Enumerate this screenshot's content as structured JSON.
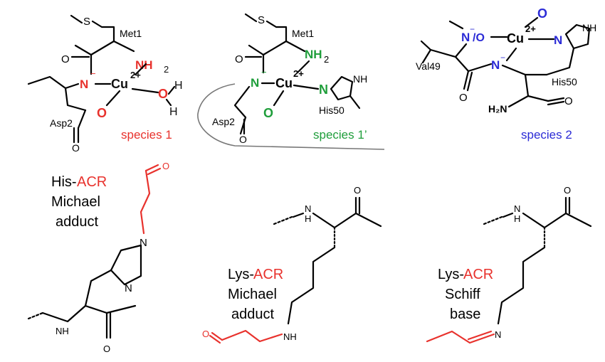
{
  "colors": {
    "red": "#e8322d",
    "green": "#1f9e3b",
    "blue": "#2b2bd6",
    "black": "#111111",
    "gray": "#777777"
  },
  "top": {
    "species1": {
      "met": "Met1",
      "s": "S",
      "n": "N",
      "minus": "−",
      "nh": "NH",
      "sub2": "2",
      "cu": "Cu",
      "charge": "2+",
      "o": "O",
      "h": "H",
      "asp": "Asp2",
      "caption": "species 1"
    },
    "species1p": {
      "met": "Met1",
      "s": "S",
      "n": "N",
      "minus": "−",
      "nh": "NH",
      "sub2": "2",
      "cu": "Cu",
      "charge": "2+",
      "o": "O",
      "imN": "N",
      "nh2": "NH",
      "his": "His50",
      "asp": "Asp2",
      "caption": "species 1’"
    },
    "species2": {
      "no": "/O",
      "n": "N",
      "minus": "−",
      "cu": "Cu",
      "charge": "2+",
      "o": "O",
      "val": "Val49",
      "his": "His50",
      "h2n": "H₂N",
      "nh": "NH",
      "caption": "species 2"
    }
  },
  "bottom": {
    "his_acr": {
      "line1_a": "His-",
      "line1_b": "ACR",
      "line2": "Michael",
      "line3": "adduct",
      "n1": "N",
      "n2": "N",
      "nh": "NH",
      "o1": "O",
      "o2": "O"
    },
    "lys_michael": {
      "line1_a": "Lys-",
      "line1_b": "ACR",
      "line2": "Michael",
      "line3": "adduct",
      "n": "N",
      "h": "H",
      "nh": "NH",
      "o1": "O",
      "o2": "O"
    },
    "lys_schiff": {
      "line1_a": "Lys-",
      "line1_b": "ACR",
      "line2": "Schiff",
      "line3": "base",
      "n": "N",
      "h": "H",
      "nim": "N",
      "o": "O"
    }
  }
}
